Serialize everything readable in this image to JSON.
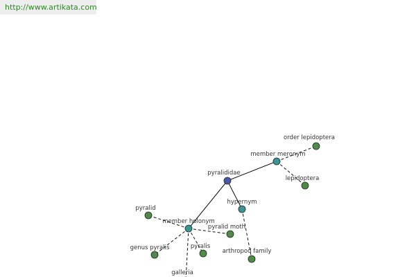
{
  "banner": {
    "url_text": "http://www.artikata.com"
  },
  "colors": {
    "hub": "#4a56a6",
    "relation": "#3d9494",
    "leaf": "#4f8a48",
    "node_stroke": "#1e2a1e",
    "edge": "#111111",
    "label": "#333333",
    "banner_bg": "#eeeeee",
    "banner_text": "#2a8a22"
  },
  "graph": {
    "nodes": [
      {
        "id": "pyralididae",
        "label": "pyralididae",
        "kind": "hub"
      },
      {
        "id": "member-meronym",
        "label": "member meronym",
        "kind": "relation"
      },
      {
        "id": "hypernym",
        "label": "hypernym",
        "kind": "relation"
      },
      {
        "id": "member-holonym",
        "label": "member holonym",
        "kind": "relation"
      },
      {
        "id": "order-lepidoptera",
        "label": "order lepidoptera",
        "kind": "leaf"
      },
      {
        "id": "lepidoptera",
        "label": "lepidoptera",
        "kind": "leaf"
      },
      {
        "id": "arthropod-family",
        "label": "arthropod family",
        "kind": "leaf"
      },
      {
        "id": "pyralid",
        "label": "pyralid",
        "kind": "leaf"
      },
      {
        "id": "pyralid-moth",
        "label": "pyralid moth",
        "kind": "leaf"
      },
      {
        "id": "genus-pyralis",
        "label": "genus pyralis",
        "kind": "leaf"
      },
      {
        "id": "pyralis",
        "label": "pyralis",
        "kind": "leaf"
      },
      {
        "id": "galleria",
        "label": "galleria",
        "kind": "leaf"
      }
    ],
    "edges": [
      {
        "from": "pyralididae",
        "to": "member-meronym",
        "style": "solid"
      },
      {
        "from": "pyralididae",
        "to": "hypernym",
        "style": "solid"
      },
      {
        "from": "pyralididae",
        "to": "member-holonym",
        "style": "solid"
      },
      {
        "from": "member-meronym",
        "to": "order-lepidoptera",
        "style": "dashed"
      },
      {
        "from": "member-meronym",
        "to": "lepidoptera",
        "style": "dashed"
      },
      {
        "from": "hypernym",
        "to": "arthropod-family",
        "style": "dashed"
      },
      {
        "from": "member-holonym",
        "to": "pyralid",
        "style": "dashed"
      },
      {
        "from": "member-holonym",
        "to": "pyralid-moth",
        "style": "dashed"
      },
      {
        "from": "member-holonym",
        "to": "genus-pyralis",
        "style": "dashed"
      },
      {
        "from": "member-holonym",
        "to": "pyralis",
        "style": "dashed"
      },
      {
        "from": "member-holonym",
        "to": "galleria",
        "style": "dashed"
      }
    ]
  }
}
